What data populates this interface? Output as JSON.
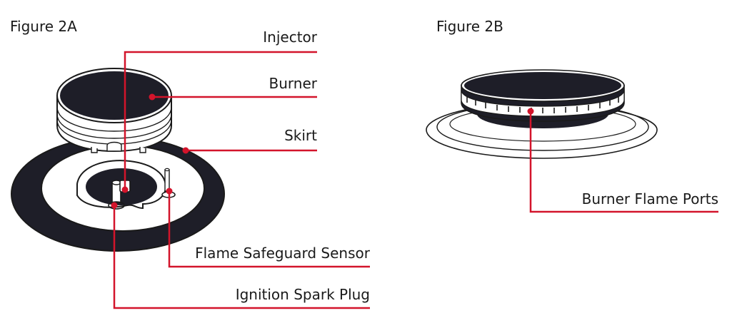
{
  "figures": {
    "a": {
      "title": "Figure 2A",
      "labels": {
        "injector": "Injector",
        "burner": "Burner",
        "skirt": "Skirt",
        "flame_safeguard_sensor": "Flame Safeguard Sensor",
        "ignition_spark_plug": "Ignition Spark Plug"
      }
    },
    "b": {
      "title": "Figure 2B",
      "labels": {
        "burner_flame_ports": "Burner Flame Ports"
      }
    }
  },
  "colors": {
    "callout": "#d3142b",
    "ink": "#1a1a1a",
    "dark_fill": "#1e1e28",
    "background": "#ffffff"
  }
}
